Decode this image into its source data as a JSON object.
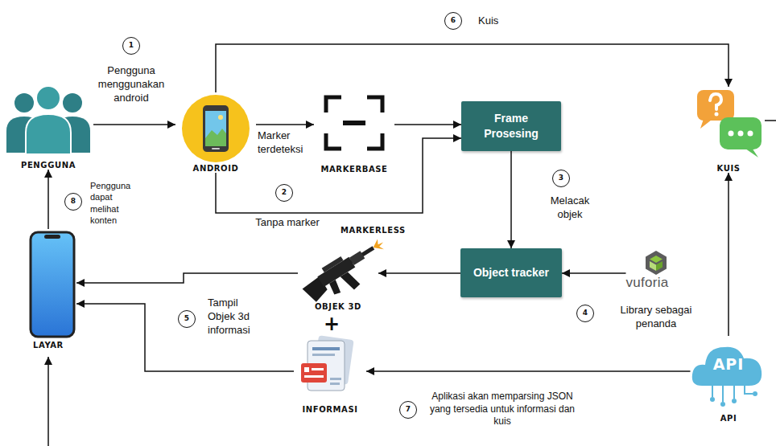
{
  "diagram": {
    "nodes": [
      {
        "text": [
          "PENGGUNA"
        ]
      },
      {
        "text": [
          "ANDROID"
        ]
      },
      {
        "text": [
          "MARKERBASE"
        ]
      },
      {
        "text": [
          "Frame Prosesing"
        ]
      },
      {
        "text": [
          "KUIS"
        ]
      },
      {
        "text": [
          "Object tracker"
        ]
      },
      {
        "text": [
          "vuforia"
        ]
      },
      {
        "text": [
          "OBJEK 3D"
        ]
      },
      {
        "text": [
          "LAYAR"
        ]
      },
      {
        "text": [
          "INFORMASI"
        ]
      },
      {
        "text": [
          "API",
          "API"
        ]
      }
    ],
    "edges": [
      {
        "from": 0,
        "to": 1,
        "label": "Pengguna menggunakan android",
        "arrow": "to"
      },
      {
        "from": 1,
        "to": 2,
        "label": "Marker terdeteksi",
        "arrow": "to"
      },
      {
        "from": 2,
        "to": 3,
        "arrow": "to"
      },
      {
        "from": 1,
        "to": 3,
        "label": "Tanpa marker",
        "arrow": "to"
      },
      {
        "from": 1,
        "to": 4,
        "label": "Kuis",
        "arrow": "to"
      },
      {
        "from": 3,
        "to": 5,
        "label": "Melacak objek",
        "arrow": "to"
      },
      {
        "from": 6,
        "to": 5,
        "label": "Library sebagai penanda",
        "arrow": "to"
      },
      {
        "from": 5,
        "to": 7,
        "arrow": "to"
      },
      {
        "from": 7,
        "to": 8,
        "label": "Tampil Objek 3d informasi",
        "arrow": "to"
      },
      {
        "from": 10,
        "to": 9,
        "label": "Aplikasi akan memparsing JSON yang tersedia untuk informasi dan kuis",
        "arrow": "to"
      },
      {
        "from": 9,
        "to": 8,
        "arrow": "to"
      },
      {
        "from": 10,
        "to": 4,
        "arrow": "to"
      },
      {
        "from": 8,
        "to": 0,
        "label": "Pengguna dapat melihat konten",
        "arrow": "to"
      }
    ],
    "labels": [
      "1",
      "2",
      "3",
      "4",
      "5",
      "6",
      "7",
      "8",
      "MARKERLESS",
      "+"
    ]
  }
}
